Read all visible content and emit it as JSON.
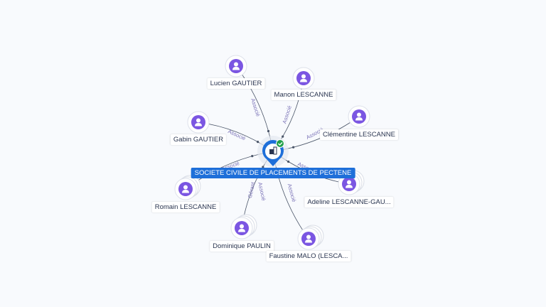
{
  "center": {
    "label": "SOCIETE CIVILE DE PLACEMENTS DE PECTENE",
    "icon": "building-icon",
    "badge": "check-badge-icon"
  },
  "colors": {
    "person": "#7b56e2",
    "center": "#1e6fd9",
    "edge": "#4a5568",
    "edge_label": "#7c74b8",
    "badge": "#22a04b"
  },
  "people": [
    {
      "name": "Lucien GAUTIER",
      "relation": "Associé"
    },
    {
      "name": "Manon LESCANNE",
      "relation": "Associé"
    },
    {
      "name": "Gabin GAUTIER",
      "relation": "Associé"
    },
    {
      "name": "Clémentine LESCANNE",
      "relation": "Associé"
    },
    {
      "name": "Romain LESCANNE",
      "relation": "Associé"
    },
    {
      "name": "Adeline LESCANNE-GAU...",
      "relation": "Associé"
    },
    {
      "name": "Dominique PAULIN",
      "relation": "Gérant",
      "relation2": "Associé"
    },
    {
      "name": "Faustine MALO (LESCA...",
      "relation": "Associé"
    }
  ]
}
